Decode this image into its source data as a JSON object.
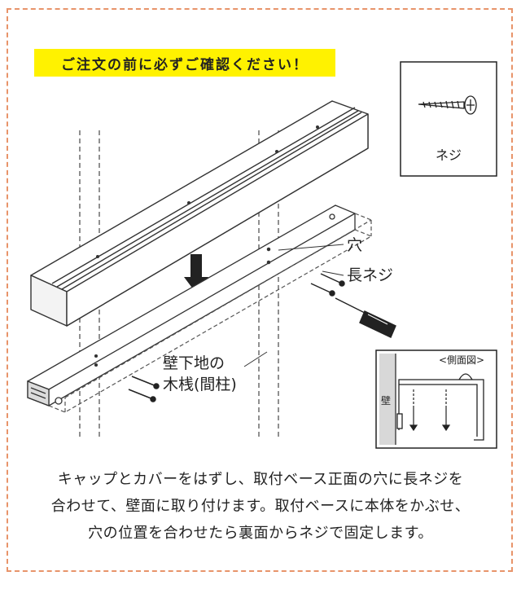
{
  "notice": "ご注文の前に必ずご確認ください！",
  "screw_box": {
    "label": "ネジ"
  },
  "labels": {
    "hole": "穴",
    "long_screw": "長ネジ",
    "wall_base_line1": "壁下地の",
    "wall_base_line2": "木桟(間柱)"
  },
  "side_view": {
    "title": "<側面図>",
    "wall": "壁"
  },
  "caption": {
    "line1": "キャップとカバーをはずし、取付ベース正面の穴に長ネジを",
    "line2": "合わせて、壁面に取り付けます。取付ベースに本体をかぶせ、",
    "line3": "穴の位置を合わせたら裏面からネジで固定します。"
  },
  "colors": {
    "notice_bg": "#fff200",
    "frame_border": "#e8946a"
  }
}
